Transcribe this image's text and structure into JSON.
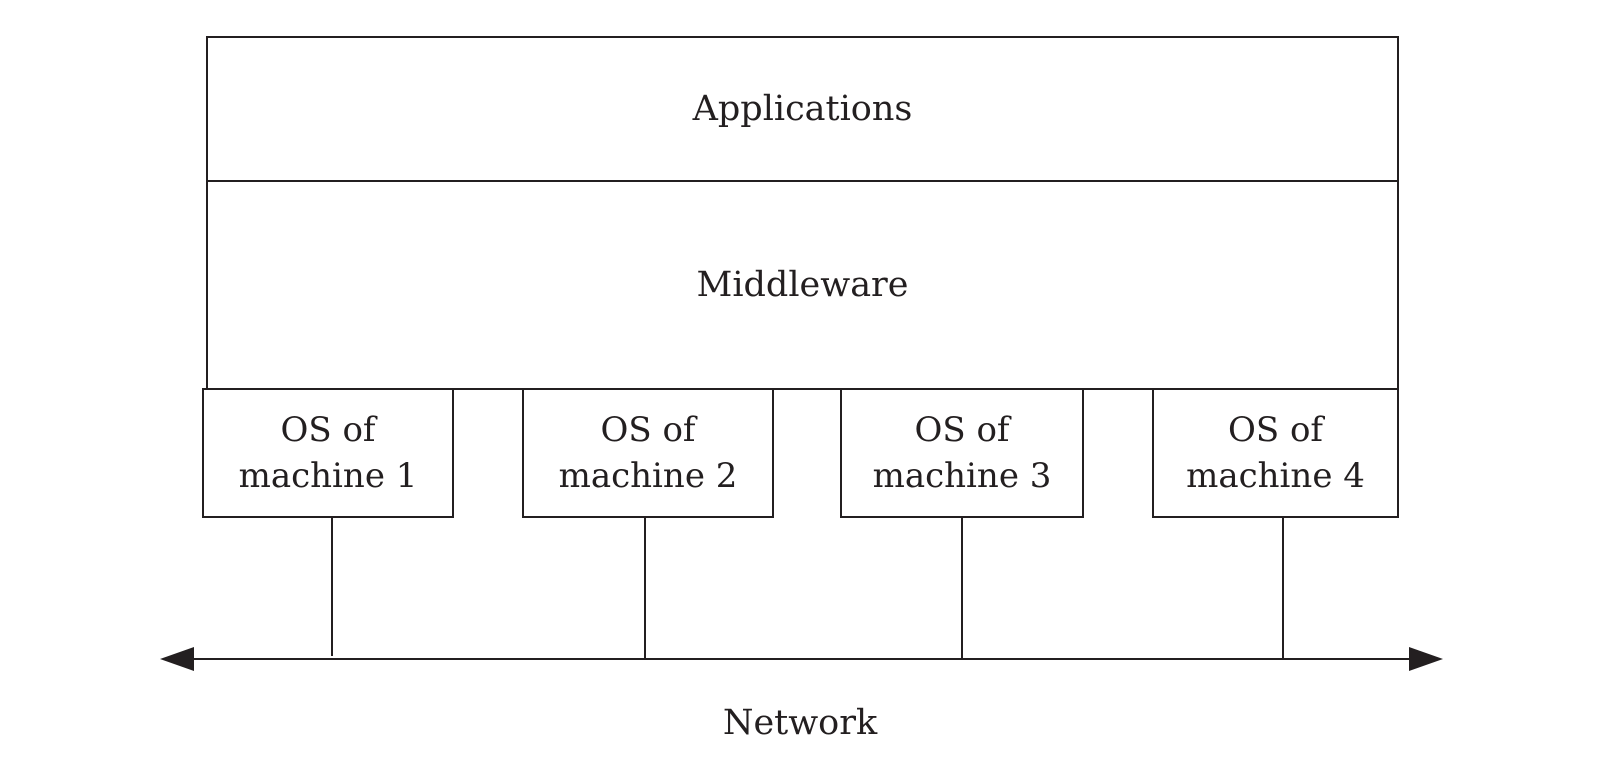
{
  "layers": {
    "applications": "Applications",
    "middleware": "Middleware"
  },
  "machines": [
    {
      "line1": "OS of",
      "line2": "machine 1"
    },
    {
      "line1": "OS of",
      "line2": "machine 2"
    },
    {
      "line1": "OS of",
      "line2": "machine 3"
    },
    {
      "line1": "OS of",
      "line2": "machine 4"
    }
  ],
  "network": {
    "label": "Network"
  }
}
